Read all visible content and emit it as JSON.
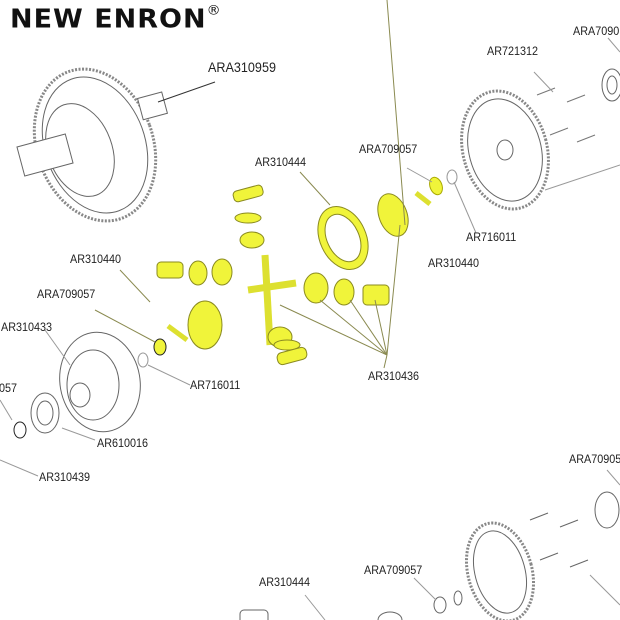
{
  "brand": {
    "name": "NEW ENRON",
    "mark": "®"
  },
  "colors": {
    "highlight": "#f0f43a",
    "outline": "#666666",
    "leader": "#8a8a50"
  },
  "labels": {
    "main_assembly": "ARA310959",
    "top_right_clipped": "ARA7090",
    "bolt_top": "AR721312",
    "washer_top": "ARA709057",
    "ring_gasket": "AR310444",
    "shim_top": "AR716011",
    "pin_right": "AR310440",
    "pin_left": "AR310440",
    "washer_left": "ARA709057",
    "housing": "AR310433",
    "left_clipped": "057",
    "shim_left": "AR716011",
    "gear_set": "AR310436",
    "bearing": "AR610016",
    "seal": "AR310439",
    "bottom_right_clipped": "ARA70905",
    "bottom_washer": "ARA709057",
    "bottom_gasket": "AR310444"
  }
}
